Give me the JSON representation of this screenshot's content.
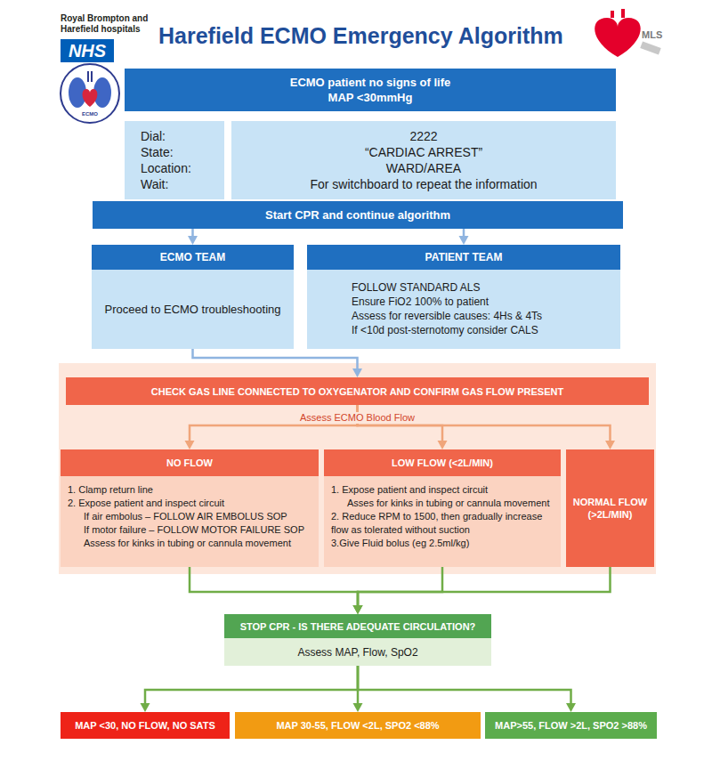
{
  "diagram": {
    "title": "Harefield ECMO Emergency Algorithm",
    "nodes": [
      {
        "text": [
          "ECMO patient no signs of life",
          "MAP <30mmHg"
        ]
      },
      {
        "text": [
          "Dial:",
          "State:",
          "Location:",
          "Wait:"
        ]
      },
      {
        "text": [
          "2222",
          "“CARDIAC ARREST”",
          "WARD/AREA",
          "For switchboard to repeat the information"
        ]
      },
      {
        "text": [
          "Start CPR and continue algorithm"
        ]
      },
      {
        "text": [
          "ECMO TEAM",
          "Proceed to ECMO troubleshooting"
        ]
      },
      {
        "text": [
          "PATIENT TEAM",
          "FOLLOW STANDARD ALS",
          "Ensure FiO2 100% to patient",
          "Assess for reversible causes: 4Hs & 4Ts",
          "If <10d post-sternotomy consider CALS"
        ]
      },
      {
        "text": [
          "Assess ECMO Blood Flow"
        ]
      },
      {
        "text": [
          "CHECK GAS LINE CONNECTED TO OXYGENATOR AND CONFIRM GAS FLOW PRESENT"
        ],
        "in": 6
      },
      {
        "text": [
          "NO FLOW",
          "1. Clamp return line",
          "2. Expose patient and inspect circuit",
          "If air embolus – FOLLOW AIR EMBOLUS SOP",
          "If motor failure – FOLLOW MOTOR FAILURE SOP",
          "Assess for kinks in tubing or cannula movement"
        ],
        "in": 6
      },
      {
        "text": [
          "LOW FLOW (<2L/MIN)",
          "1. Expose patient and inspect circuit",
          "Asses for kinks in tubing or cannula movement",
          "2. Reduce RPM to 1500, then gradually increase flow as tolerated without suction",
          "3.Give Fluid bolus (eg 2.5ml/kg)"
        ],
        "in": 6
      },
      {
        "text": [
          "NORMAL FLOW (>2L/MIN)"
        ],
        "in": 6
      },
      {
        "text": [
          "STOP CPR - IS THERE ADEQUATE CIRCULATION?",
          "Assess MAP, Flow, SpO2"
        ]
      },
      {
        "text": [
          "MAP <30, NO FLOW, NO SATS"
        ]
      },
      {
        "text": [
          "MAP 30-55, FLOW <2L, SPO2 <88%"
        ]
      },
      {
        "text": [
          "MAP>55, FLOW >2L, SPO2 >88%"
        ]
      }
    ],
    "edges": [
      {
        "from": 3,
        "to": 4,
        "arrow": "to"
      },
      {
        "from": 3,
        "to": 5,
        "arrow": "to"
      },
      {
        "from": 4,
        "to": 7,
        "arrow": "to"
      },
      {
        "from": 7,
        "to": 8,
        "arrow": "to"
      },
      {
        "from": 7,
        "to": 9,
        "arrow": "to"
      },
      {
        "from": 7,
        "to": 10,
        "arrow": "to"
      },
      {
        "from": 8,
        "to": 11,
        "arrow": "to"
      },
      {
        "from": 9,
        "to": 11,
        "arrow": "to"
      },
      {
        "from": 10,
        "to": 11,
        "arrow": "to"
      },
      {
        "from": 11,
        "to": 12,
        "arrow": "to"
      },
      {
        "from": 11,
        "to": 13,
        "arrow": "to"
      },
      {
        "from": 11,
        "to": 14,
        "arrow": "to"
      }
    ],
    "labels": [
      "Royal Brompton and Harefield hospitals",
      "NHS",
      "ECMO",
      "MLS"
    ]
  }
}
